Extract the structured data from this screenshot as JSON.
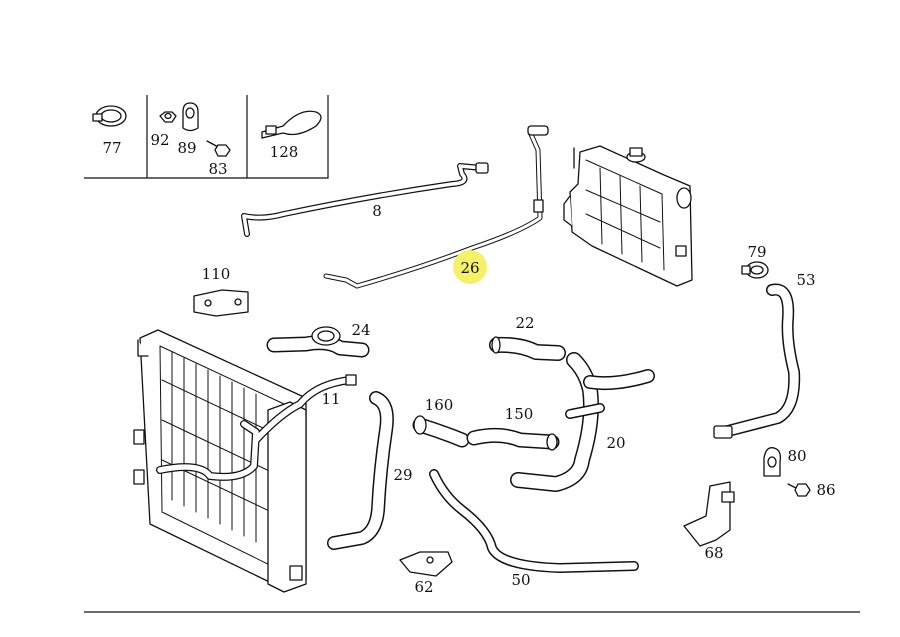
{
  "highlight": {
    "label": "26",
    "color": "#f4f06a"
  },
  "callouts": [
    {
      "id": "77",
      "label": "77"
    },
    {
      "id": "92",
      "label": "92"
    },
    {
      "id": "89",
      "label": "89"
    },
    {
      "id": "83",
      "label": "83"
    },
    {
      "id": "128",
      "label": "128"
    },
    {
      "id": "8",
      "label": "8"
    },
    {
      "id": "110",
      "label": "110"
    },
    {
      "id": "24",
      "label": "24"
    },
    {
      "id": "22",
      "label": "22"
    },
    {
      "id": "79",
      "label": "79"
    },
    {
      "id": "53",
      "label": "53"
    },
    {
      "id": "11",
      "label": "11"
    },
    {
      "id": "160",
      "label": "160"
    },
    {
      "id": "150",
      "label": "150"
    },
    {
      "id": "20",
      "label": "20"
    },
    {
      "id": "29",
      "label": "29"
    },
    {
      "id": "80",
      "label": "80"
    },
    {
      "id": "86",
      "label": "86"
    },
    {
      "id": "68",
      "label": "68"
    },
    {
      "id": "62",
      "label": "62"
    },
    {
      "id": "50",
      "label": "50"
    }
  ]
}
